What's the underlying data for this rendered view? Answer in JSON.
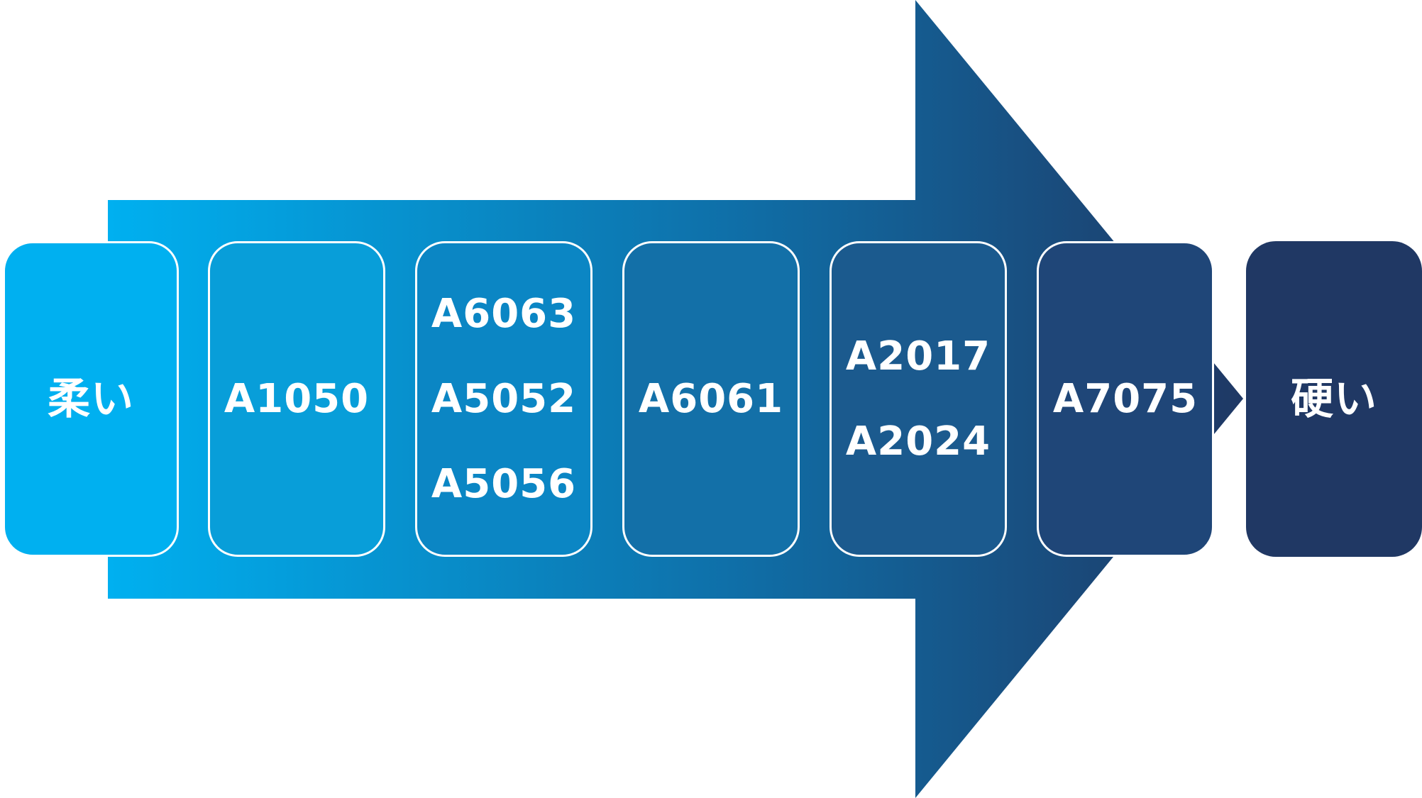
{
  "diagram": {
    "start_label": "柔い",
    "end_label": "硬い",
    "groups": [
      {
        "grades": [
          "A1050"
        ]
      },
      {
        "grades": [
          "A6063",
          "A5052",
          "A5056"
        ]
      },
      {
        "grades": [
          "A6061"
        ]
      },
      {
        "grades": [
          "A2017",
          "A2024"
        ]
      },
      {
        "grades": [
          "A7075"
        ]
      }
    ]
  },
  "colors": {
    "gradient_start": "#00b0f0",
    "gradient_mid": "#0f6fa8",
    "gradient_end": "#1f3864",
    "start_box": "#00b0f0",
    "end_box": "#203864",
    "group_boxes": [
      "#089ed9",
      "#0b86c4",
      "#1370a8",
      "#1b5a8e",
      "#1f4678"
    ]
  }
}
